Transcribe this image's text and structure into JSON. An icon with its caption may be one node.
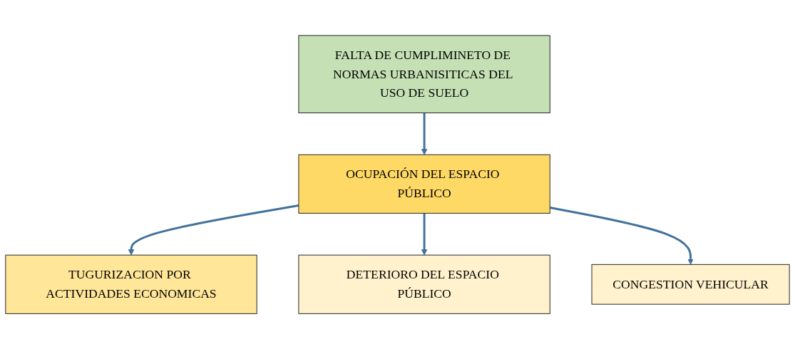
{
  "diagram": {
    "nodes": [
      {
        "text": [
          "FALTA DE CUMPLIMINETO DE NORMAS URBANISITICAS DEL USO DE SUELO"
        ]
      },
      {
        "text": [
          "OCUPACIÓN DEL ESPACIO PÚBLICO"
        ]
      },
      {
        "text": [
          "TUGURIZACION POR ACTIVIDADES ECONOMICAS"
        ]
      },
      {
        "text": [
          "DETERIORO DEL ESPACIO PÚBLICO"
        ]
      },
      {
        "text": [
          "CONGESTION VEHICULAR"
        ]
      }
    ],
    "edges": [
      {
        "from": 0,
        "to": 1,
        "arrow": "to"
      },
      {
        "from": 1,
        "to": 2,
        "arrow": "to"
      },
      {
        "from": 1,
        "to": 3,
        "arrow": "to"
      },
      {
        "from": 1,
        "to": 4,
        "arrow": "to"
      }
    ]
  }
}
